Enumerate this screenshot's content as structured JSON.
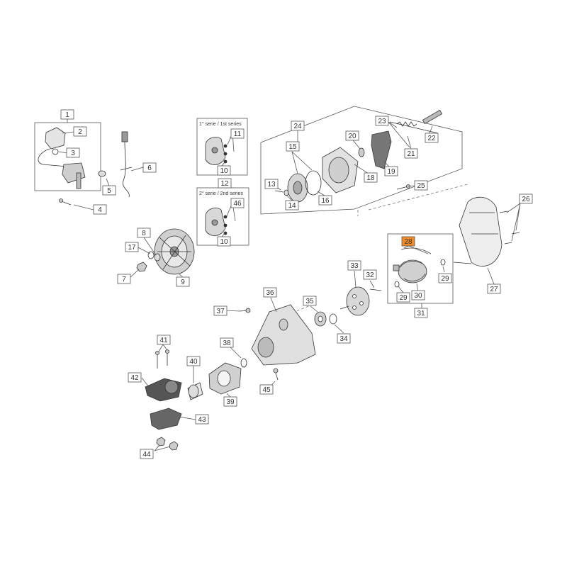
{
  "diagram": {
    "highlight_color": "#f28c28",
    "series_1": "1° serie / 1st series",
    "series_2": "2° serie / 2nd series",
    "callouts": {
      "c1": "1",
      "c2": "2",
      "c3": "3",
      "c4": "4",
      "c5": "5",
      "c6": "6",
      "c7": "7",
      "c8": "8",
      "c9": "9",
      "c10a": "10",
      "c10b": "10",
      "c11": "11",
      "c12": "12",
      "c13": "13",
      "c14": "14",
      "c15": "15",
      "c16": "16",
      "c17": "17",
      "c18": "18",
      "c19": "19",
      "c20": "20",
      "c21": "21",
      "c22": "22",
      "c23": "23",
      "c24": "24",
      "c25": "25",
      "c26": "26",
      "c27": "27",
      "c28": "28",
      "c29a": "29",
      "c29b": "29",
      "c30": "30",
      "c31": "31",
      "c32": "32",
      "c33": "33",
      "c34": "34",
      "c35": "35",
      "c36": "36",
      "c37": "37",
      "c38": "38",
      "c39": "39",
      "c40": "40",
      "c41": "41",
      "c42": "42",
      "c43": "43",
      "c44": "44",
      "c45": "45",
      "c46": "46"
    }
  }
}
